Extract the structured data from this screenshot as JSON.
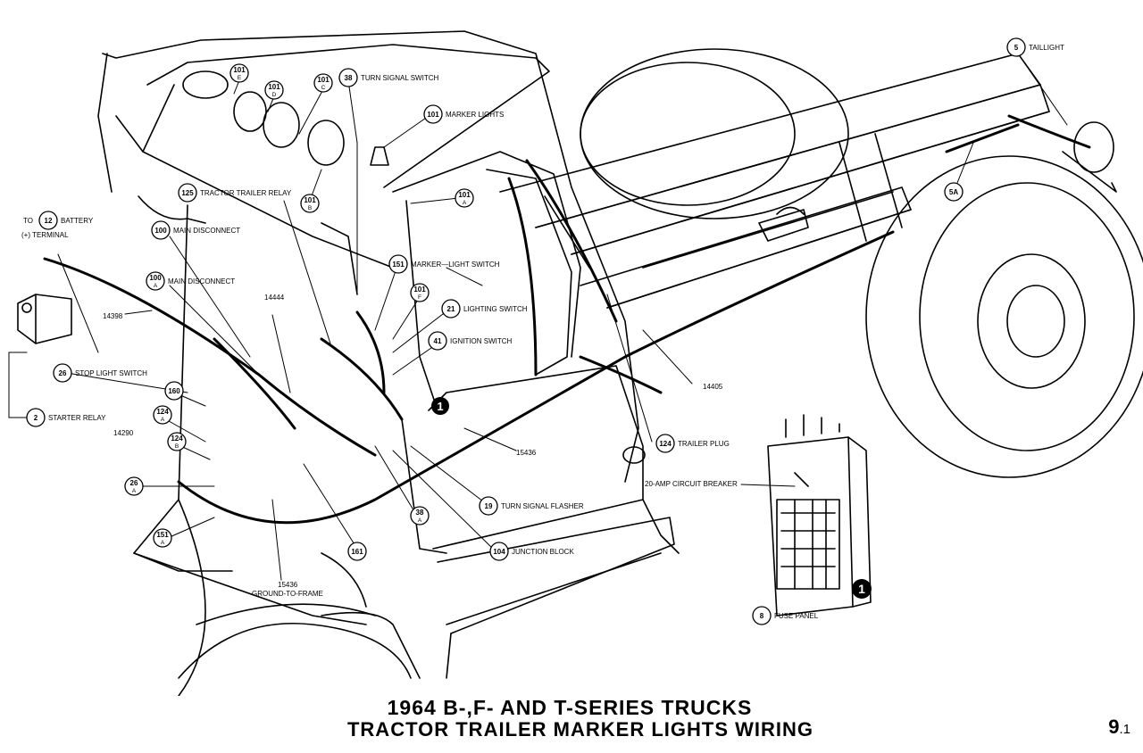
{
  "title": {
    "line1": "1964 B-,F- AND T-SERIES TRUCKS",
    "line2": "TRACTOR TRAILER MARKER LIGHTS WIRING"
  },
  "page_number": {
    "major": "9",
    "minor": ".1"
  },
  "note_marker": "1",
  "callouts": [
    {
      "id": "taillight",
      "num": "5",
      "text": "TAILLIGHT"
    },
    {
      "id": "turn-signal-switch",
      "num": "38",
      "text": "TURN SIGNAL SWITCH"
    },
    {
      "id": "marker-lights",
      "num": "101",
      "text": "MARKER LIGHTS"
    },
    {
      "id": "marker-101e",
      "num": "101",
      "sub": "E"
    },
    {
      "id": "marker-101d",
      "num": "101",
      "sub": "D"
    },
    {
      "id": "marker-101c",
      "num": "101",
      "sub": "C"
    },
    {
      "id": "marker-101b",
      "num": "101",
      "sub": "B"
    },
    {
      "id": "marker-101a",
      "num": "101",
      "sub": "A"
    },
    {
      "id": "tractor-trailer-relay",
      "num": "125",
      "text": "TRACTOR TRAILER RELAY"
    },
    {
      "id": "battery",
      "num": "12",
      "text_pre": "TO",
      "text": "BATTERY",
      "text2": "(+) TERMINAL"
    },
    {
      "id": "main-disconnect-100",
      "num": "100",
      "text": "MAIN DISCONNECT"
    },
    {
      "id": "main-disconnect-100a",
      "num": "100",
      "sub": "A",
      "text": "MAIN DISCONNECT"
    },
    {
      "id": "marker-light-switch",
      "num": "151",
      "text": "MARKER—LIGHT SWITCH"
    },
    {
      "id": "marker-101f",
      "num": "101",
      "sub": "F"
    },
    {
      "id": "lighting-switch",
      "num": "21",
      "text": "LIGHTING SWITCH"
    },
    {
      "id": "ignition-switch",
      "num": "41",
      "text": "IGNITION SWITCH"
    },
    {
      "id": "stop-light-switch",
      "num": "26",
      "text": "STOP LIGHT SWITCH"
    },
    {
      "id": "starter-relay",
      "num": "2",
      "text": "STARTER RELAY"
    },
    {
      "id": "c160",
      "num": "160"
    },
    {
      "id": "c124a",
      "num": "124",
      "sub": "A"
    },
    {
      "id": "c124b",
      "num": "124",
      "sub": "B"
    },
    {
      "id": "c26a",
      "num": "26",
      "sub": "A"
    },
    {
      "id": "c151a",
      "num": "151",
      "sub": "A"
    },
    {
      "id": "c161",
      "num": "161"
    },
    {
      "id": "c38a",
      "num": "38",
      "sub": "A"
    },
    {
      "id": "turn-signal-flasher",
      "num": "19",
      "text": "TURN SIGNAL FLASHER"
    },
    {
      "id": "junction-block",
      "num": "104",
      "text": "JUNCTION BLOCK"
    },
    {
      "id": "trailer-plug",
      "num": "124",
      "text": "TRAILER PLUG"
    },
    {
      "id": "c5a",
      "num": "5A"
    },
    {
      "id": "fuse-panel",
      "num": "8",
      "text": "FUSE PANEL"
    }
  ],
  "part_labels": {
    "p14398": "14398",
    "p14444": "14444",
    "p14290": "14290",
    "p14405": "14405",
    "p15436a": "15436",
    "p15436b": "15436",
    "ground_to_frame": "GROUND-TO-FRAME",
    "circuit_breaker": "20-AMP CIRCUIT BREAKER"
  }
}
